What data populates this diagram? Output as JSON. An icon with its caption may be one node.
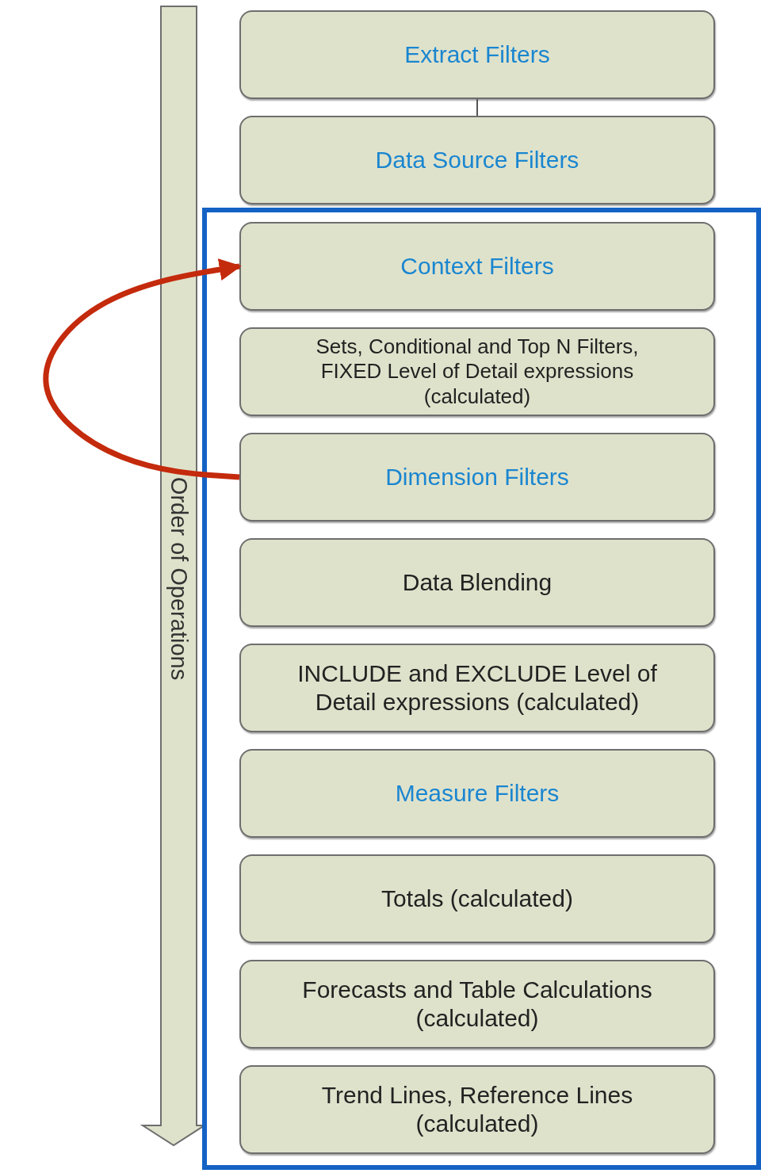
{
  "diagram": {
    "nodes": [
      {
        "text": [
          "Extract Filters"
        ]
      },
      {
        "text": [
          "Data Source Filters"
        ]
      },
      {
        "text": [],
        "shape": "box"
      },
      {
        "text": [
          "Context Filters"
        ],
        "in": 2
      },
      {
        "text": [
          "Sets, Conditional and Top N Filters, FIXED Level of Detail expressions (calculated)"
        ],
        "in": 2
      },
      {
        "text": [
          "Dimension Filters"
        ],
        "in": 2
      },
      {
        "text": [
          "Data Blending"
        ],
        "in": 2
      },
      {
        "text": [
          "INCLUDE and EXCLUDE Level of Detail expressions (calculated)"
        ],
        "in": 2
      },
      {
        "text": [
          "Measure Filters"
        ],
        "in": 2
      },
      {
        "text": [
          "Totals (calculated)"
        ],
        "in": 2
      },
      {
        "text": [
          "Forecasts and Table Calculations (calculated)"
        ],
        "in": 2
      },
      {
        "text": [
          "Trend Lines, Reference Lines (calculated)"
        ],
        "in": 2
      }
    ],
    "edges": [
      {
        "from": 0,
        "to": 1,
        "arrow": "none"
      },
      {
        "from": 5,
        "to": 3,
        "arrow": "to",
        "style": "thick",
        "color": "#c42a0c"
      }
    ],
    "labels": [
      "Order of Operations"
    ]
  }
}
